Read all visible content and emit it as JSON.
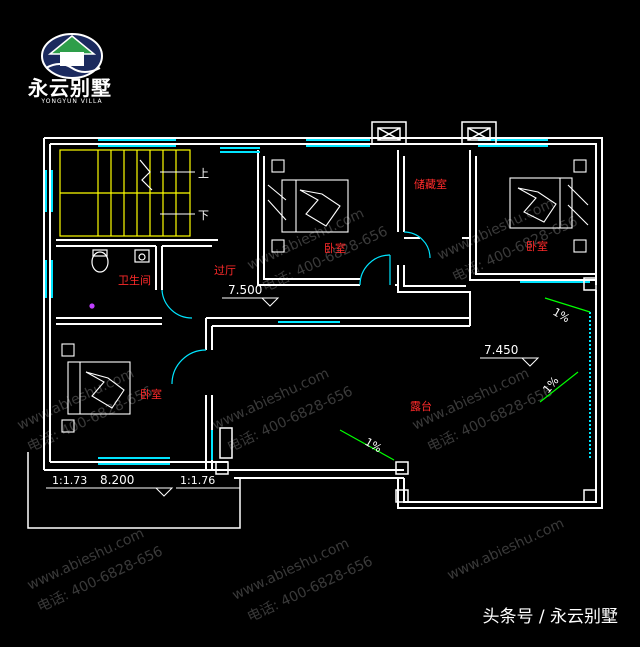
{
  "brand": {
    "name_cn": "永云别墅",
    "name_en": "YONGYUN VILLA"
  },
  "footer": {
    "credit": "头条号 / 永云别墅"
  },
  "rooms": {
    "bedroom": "卧室",
    "bathroom": "卫生间",
    "hall": "过厅",
    "storage": "储藏室",
    "terrace": "露台"
  },
  "stairs": {
    "up": "上",
    "down": "下"
  },
  "elevations": {
    "hall": "7.500",
    "terrace": "7.450",
    "balcony": "8.200"
  },
  "slopes": {
    "terrace_top": "1%",
    "terrace_right": "1%",
    "terrace_mid": "1%",
    "balcony_left": "1:1.73",
    "balcony_right": "1:1.76"
  },
  "watermark": {
    "site": "www.abieshu.com",
    "phone": "电话: 400-6828-656"
  },
  "colors": {
    "background": "#000000",
    "wall": "#ffffff",
    "window": "#00e5ff",
    "label": "#ff2a2a",
    "dimension": "#00ff00",
    "stair": "#ffff00",
    "watermark": "#3a3a3a"
  }
}
